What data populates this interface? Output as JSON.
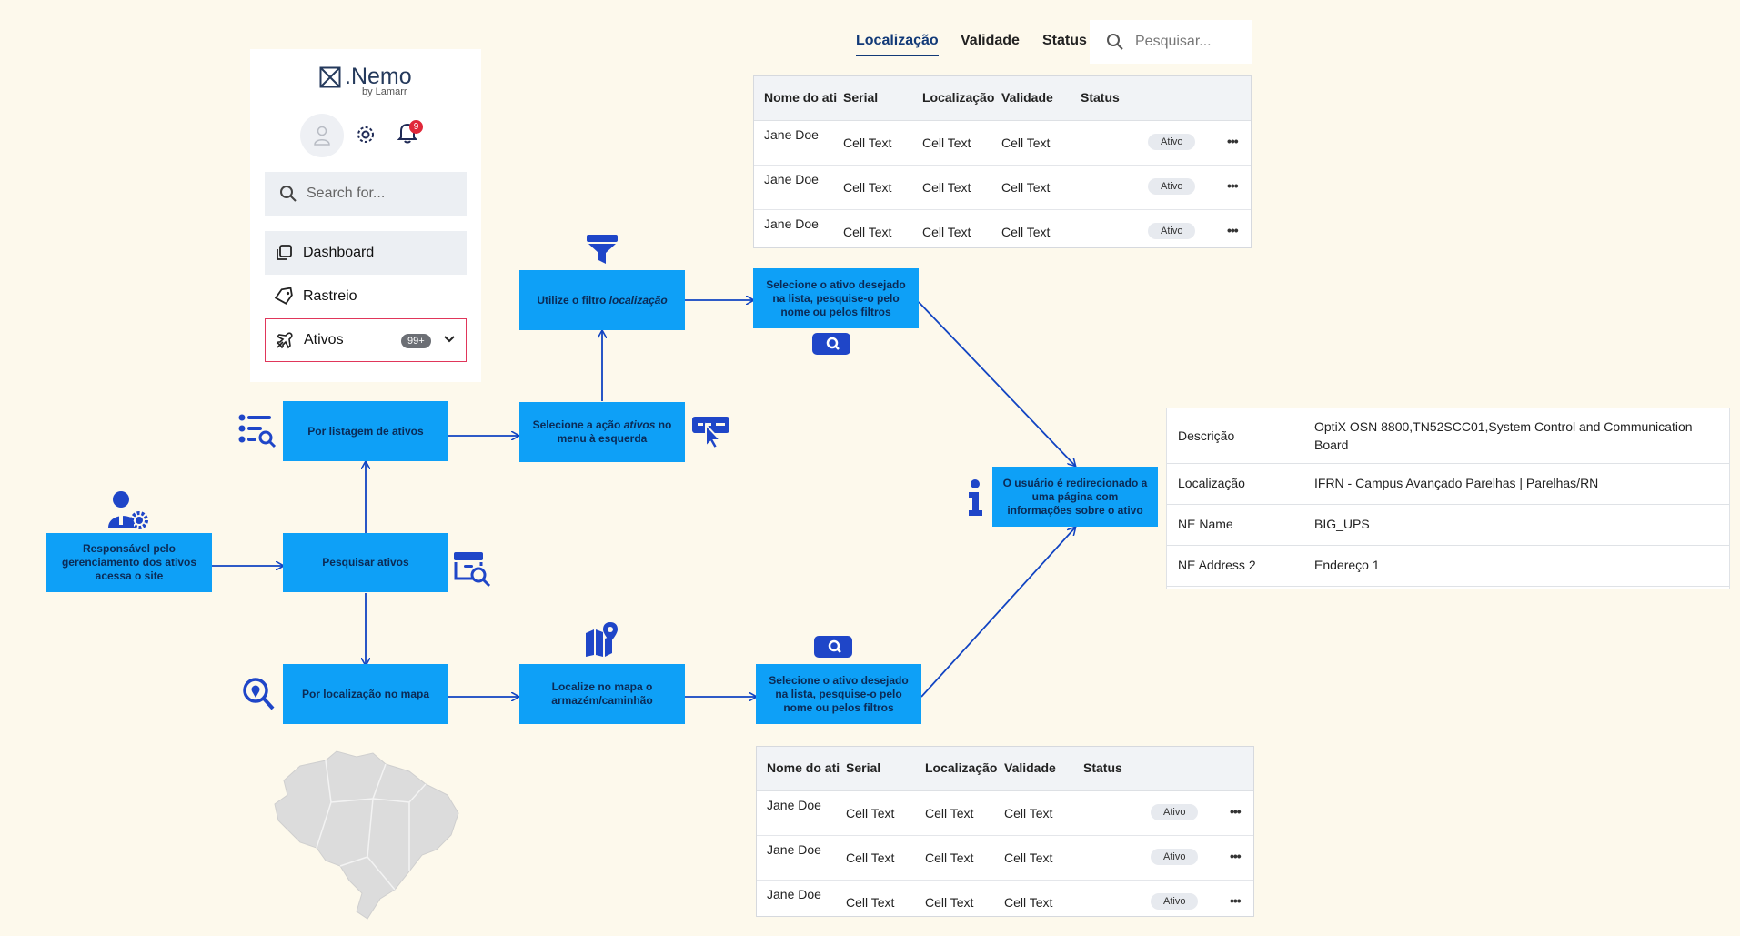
{
  "colors": {
    "accent": "#0ea0f7",
    "icon": "#1f46c8",
    "line": "#1144c2",
    "bg": "#fdf9ec"
  },
  "sidebar": {
    "logo": ".Nemo",
    "logo_sub": "by Lamarr",
    "notification_count": "9",
    "search_placeholder": "Search for...",
    "items": [
      {
        "label": "Dashboard",
        "icon": "copy-icon"
      },
      {
        "label": "Rastreio",
        "icon": "tag-icon"
      },
      {
        "label": "Ativos",
        "icon": "plane-icon",
        "badge": "99+"
      }
    ]
  },
  "tabs": {
    "items": [
      "Localização",
      "Validade",
      "Status"
    ],
    "active": "Localização",
    "search_placeholder": "Pesquisar..."
  },
  "table_top": {
    "columns": [
      "Nome do ati",
      "Serial",
      "Localização",
      "Validade",
      "Status"
    ],
    "rows": [
      {
        "name": "Jane Doe",
        "serial": "Cell Text",
        "loc": "Cell Text",
        "val": "Cell Text",
        "status": "Ativo"
      },
      {
        "name": "Jane Doe",
        "serial": "Cell Text",
        "loc": "Cell Text",
        "val": "Cell Text",
        "status": "Ativo"
      },
      {
        "name": "Jane Doe",
        "serial": "Cell Text",
        "loc": "Cell Text",
        "val": "Cell Text",
        "status": "Ativo"
      }
    ]
  },
  "table_bottom": {
    "columns": [
      "Nome do ati",
      "Serial",
      "Localização",
      "Validade",
      "Status"
    ],
    "rows": [
      {
        "name": "Jane Doe",
        "serial": "Cell Text",
        "loc": "Cell Text",
        "val": "Cell Text",
        "status": "Ativo"
      },
      {
        "name": "Jane Doe",
        "serial": "Cell Text",
        "loc": "Cell Text",
        "val": "Cell Text",
        "status": "Ativo"
      },
      {
        "name": "Jane Doe",
        "serial": "Cell Text",
        "loc": "Cell Text",
        "val": "Cell Text",
        "status": "Ativo"
      }
    ]
  },
  "flow": {
    "start": "Responsável pelo gerenciamento dos ativos acessa o site",
    "search": "Pesquisar ativos",
    "by_list": "Por listagem de ativos",
    "by_map": "Por localização no mapa",
    "select_action_pre": "Selecione a ação ",
    "select_action_em": "ativos",
    "select_action_post": " no menu à esquerda",
    "filter_pre": "Utilize o filtro ",
    "filter_em": "localização",
    "select_top": "Selecione o ativo desejado na lista, pesquise-o pelo nome ou pelos filtros",
    "locate_map": "Localize no mapa o armazém/caminhão",
    "select_bottom": "Selecione o ativo desejado na lista, pesquise-o pelo nome ou pelos filtros",
    "redirect": "O usuário é redirecionado a uma página com informações sobre o ativo"
  },
  "info": {
    "rows": [
      {
        "key": "Descrição",
        "value": "OptiX OSN 8800,TN52SCC01,System Control and Communication Board"
      },
      {
        "key": "Localização",
        "value": "IFRN - Campus Avançado Parelhas | Parelhas/RN"
      },
      {
        "key": "NE Name",
        "value": "BIG_UPS"
      },
      {
        "key": "NE Address 2",
        "value": "Endereço 1"
      }
    ]
  }
}
